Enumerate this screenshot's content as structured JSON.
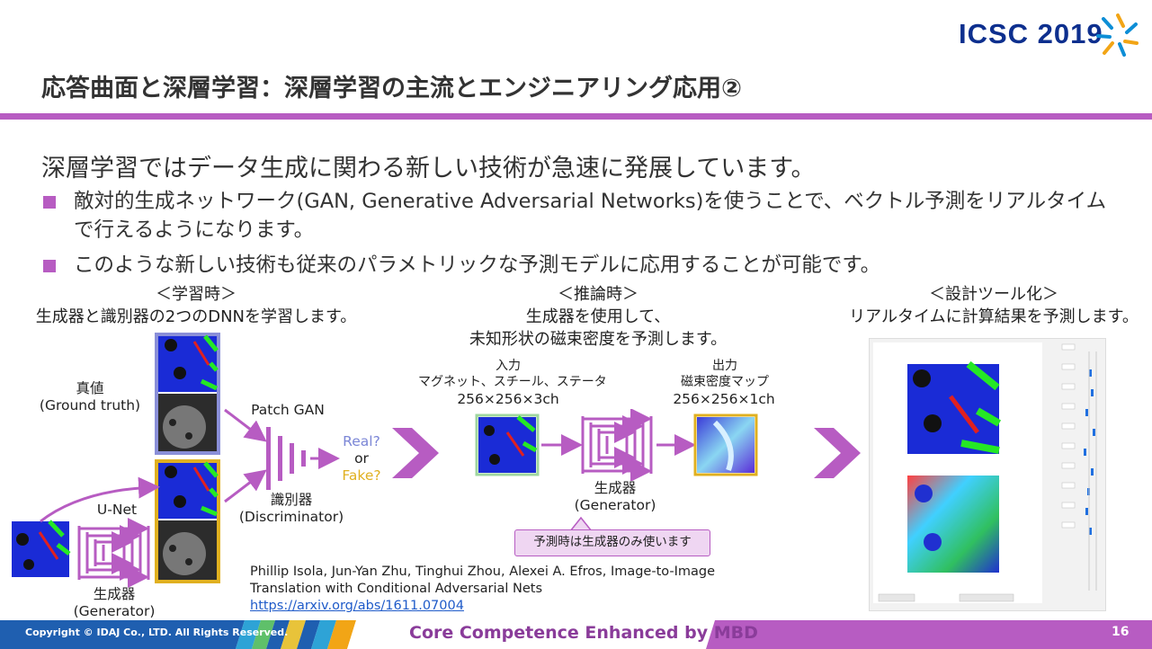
{
  "header": {
    "logo_text": "ICSC 2019",
    "title": "応答曲面と深層学習：深層学習の主流とエンジニアリング応用②"
  },
  "body": {
    "lead": "深層学習ではデータ生成に関わる新しい技術が急速に発展しています。",
    "bullets": [
      "敵対的生成ネットワーク(GAN, Generative Adversarial Networks)を使うことで、ベクトル予測をリアルタイムで行えるようになります。",
      "このような新しい技術も従来のパラメトリックな予測モデルに応用することが可能です。"
    ]
  },
  "training": {
    "heading": "＜学習時＞",
    "desc": "生成器と識別器の2つのDNNを学習します。",
    "truth_label": "真値",
    "truth_label_en": "(Ground truth)",
    "patchgan": "Patch GAN",
    "real": "Real?",
    "or": "or",
    "fake": "Fake?",
    "disc_label": "識別器",
    "disc_label_en": "(Discriminator)",
    "unet": "U-Net",
    "gen_label": "生成器",
    "gen_label_en": "(Generator)"
  },
  "inference": {
    "heading": "＜推論時＞",
    "desc1": "生成器を使用して、",
    "desc2": "未知形状の磁束密度を予測します。",
    "input_title": "入力",
    "input_desc": "マグネット、スチール、ステータ",
    "input_dim": "256×256×3ch",
    "output_title": "出力",
    "output_desc": "磁束密度マップ",
    "output_dim": "256×256×1ch",
    "gen_label": "生成器",
    "gen_label_en": "(Generator)",
    "callout": "予測時は生成器のみ使います"
  },
  "tool": {
    "heading": "＜設計ツール化＞",
    "desc": "リアルタイムに計算結果を予測します。"
  },
  "reference": {
    "line1": "Phillip Isola, Jun-Yan Zhu, Tinghui Zhou, Alexei A. Efros, Image-to-Image",
    "line2": "Translation with Conditional Adversarial Nets",
    "url": "https://arxiv.org/abs/1611.07004"
  },
  "footer": {
    "copyright": "Copyright © IDAJ Co., LTD. All Rights Reserved.",
    "tagline": "Core Competence Enhanced by MBD",
    "page": "16"
  },
  "colors": {
    "accent": "#b75cc2",
    "real": "#7b86d6",
    "fake": "#e0b020",
    "logo": "#0d2f8e"
  }
}
